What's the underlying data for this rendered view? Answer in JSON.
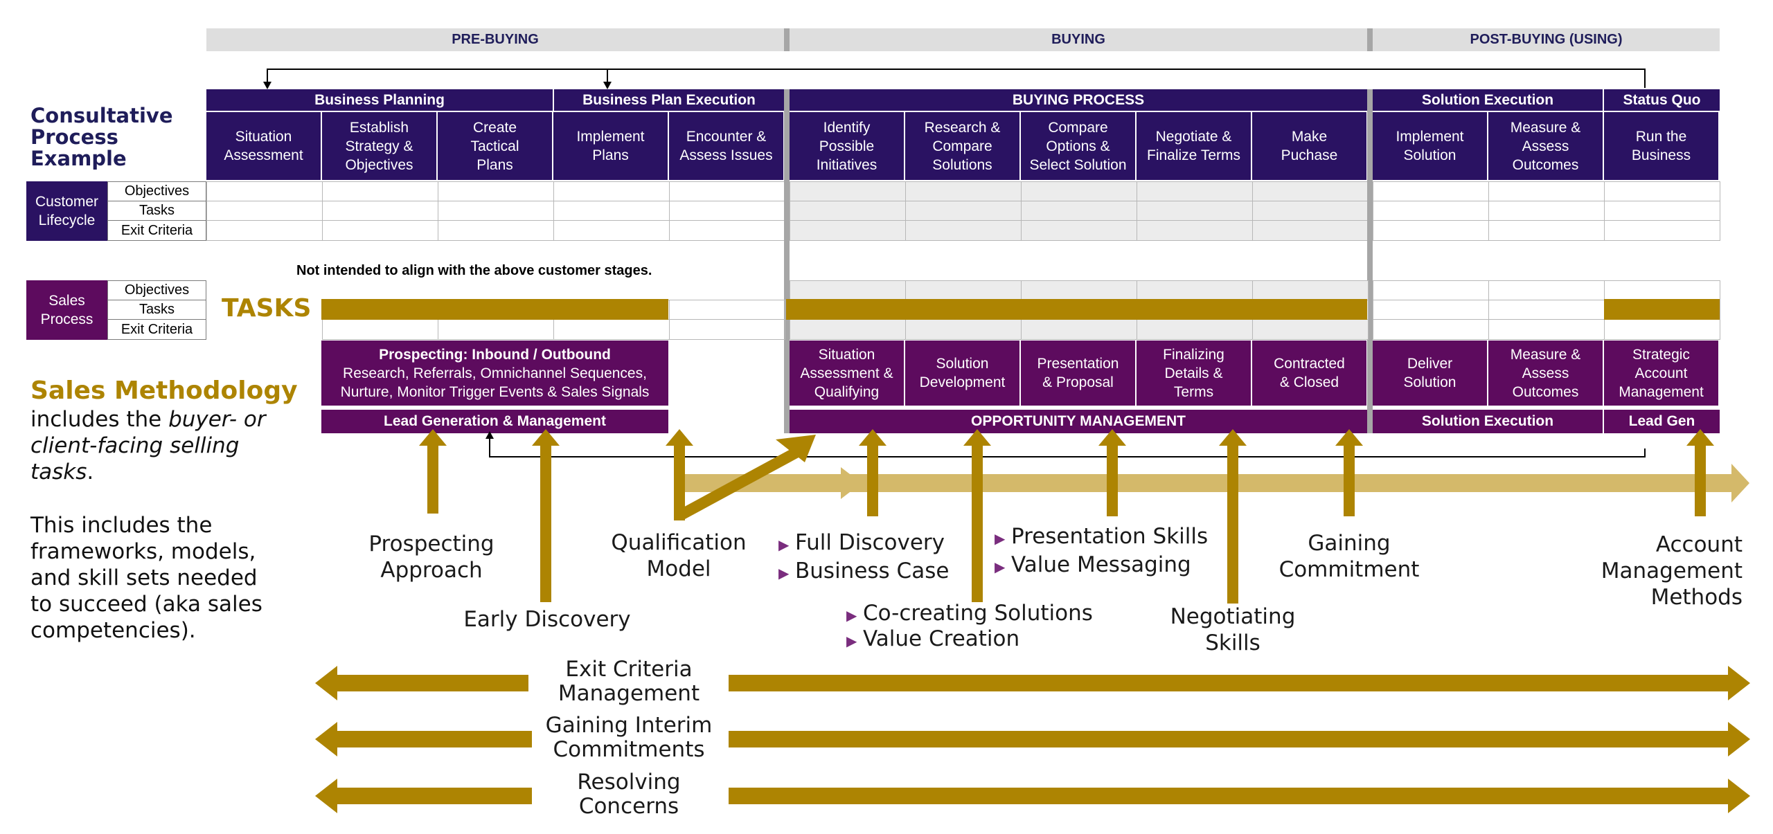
{
  "phases": [
    "PRE-BUYING",
    "BUYING",
    "POST-BUYING (USING)"
  ],
  "consultative_title": [
    "Consultative",
    "Process",
    "Example"
  ],
  "customer_lifecycle": {
    "label": [
      "Customer",
      "Lifecycle"
    ],
    "rows": [
      "Objectives",
      "Tasks",
      "Exit Criteria"
    ]
  },
  "customer_headers": [
    "Business Planning",
    "Business Plan Execution",
    "BUYING PROCESS",
    "Solution Execution",
    "Status Quo"
  ],
  "customer_stages": [
    [
      "Situation",
      "Assessment"
    ],
    [
      "Establish",
      "Strategy &",
      "Objectives"
    ],
    [
      "Create",
      "Tactical",
      "Plans"
    ],
    [
      "Implement",
      "Plans"
    ],
    [
      "Encounter &",
      "Assess Issues"
    ],
    [
      "Identify",
      "Possible",
      "Initiatives"
    ],
    [
      "Research &",
      "Compare",
      "Solutions"
    ],
    [
      "Compare",
      "Options &",
      "Select Solution"
    ],
    [
      "Negotiate &",
      "Finalize Terms"
    ],
    [
      "Make",
      "Puchase"
    ],
    [
      "Implement",
      "Solution"
    ],
    [
      "Measure &",
      "Assess",
      "Outcomes"
    ],
    [
      "Run the",
      "Business"
    ]
  ],
  "not_aligned_note": "Not intended to align with the above customer stages.",
  "sales_process": {
    "label": [
      "Sales",
      "Process"
    ],
    "rows": [
      "Objectives",
      "Tasks",
      "Exit Criteria"
    ],
    "tasks_label": "TASKS"
  },
  "prospecting_box": {
    "title": "Prospecting: Inbound / Outbound",
    "lines": [
      "Research, Referrals, Omnichannel Sequences,",
      "Nurture, Monitor Trigger Events & Sales Signals"
    ]
  },
  "sales_stages": [
    [
      "Situation",
      "Assessment &",
      "Qualifying"
    ],
    [
      "Solution",
      "Development"
    ],
    [
      "Presentation",
      "& Proposal"
    ],
    [
      "Finalizing",
      "Details &",
      "Terms"
    ],
    [
      "Contracted",
      "& Closed"
    ],
    [
      "Deliver",
      "Solution"
    ],
    [
      "Measure &",
      "Assess",
      "Outcomes"
    ],
    [
      "Strategic",
      "Account",
      "Management"
    ]
  ],
  "sales_footers": [
    "Lead Generation & Management",
    "OPPORTUNITY MANAGEMENT",
    "Solution Execution",
    "Lead Gen"
  ],
  "sales_methodology": {
    "title": "Sales Methodology",
    "desc_plain": "includes the ",
    "desc_italic_1": "buyer- or",
    "desc_italic_2": "client-facing selling",
    "desc_italic_3": "tasks",
    "desc_end": ".",
    "para2": [
      "This includes the",
      "frameworks, models,",
      "and skill sets needed",
      "to succeed (aka sales",
      "competencies)."
    ]
  },
  "methods": {
    "prospecting": [
      "Prospecting",
      "Approach"
    ],
    "early_discovery": "Early Discovery",
    "qualification": [
      "Qualification",
      "Model"
    ],
    "discovery_bullets": [
      "Full Discovery",
      "Business Case"
    ],
    "cocreating_bullets": [
      "Co-creating Solutions",
      "Value Creation"
    ],
    "presentation_bullets": [
      "Presentation Skills",
      "Value Messaging"
    ],
    "negotiating": [
      "Negotiating",
      "Skills"
    ],
    "gaining_commitment": [
      "Gaining",
      "Commitment"
    ],
    "account_mgmt": [
      "Account",
      "Management",
      "Methods"
    ]
  },
  "bottom_arrows": [
    [
      "Exit Criteria",
      "Management"
    ],
    [
      "Gaining Interim",
      "Commitments"
    ],
    [
      "Resolving",
      "Concerns"
    ]
  ],
  "colors": {
    "navy": "#2a1262",
    "purple": "#5d0b5e",
    "gold": "#ad8402",
    "light_gold": "#d4b96a",
    "gray_band": "#dedede"
  }
}
